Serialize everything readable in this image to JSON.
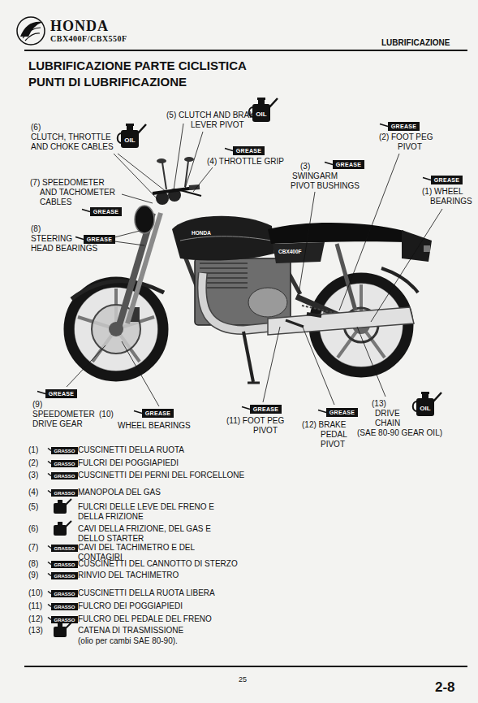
{
  "diagram": {
    "title": "LUBRIFICAZIONE PARTE CICLISTICA PUNTI DI LUBRIFICAZIONE",
    "nodes": [
      {
        "text": [
          "OIL"
        ]
      },
      {
        "text": [
          "OIL"
        ]
      },
      {
        "text": [
          "GREASE"
        ]
      },
      {
        "text": [
          "GREASE"
        ]
      },
      {
        "text": [
          "GREASE"
        ]
      },
      {
        "text": [
          "GREASE"
        ]
      },
      {
        "text": [
          "GREASE"
        ]
      },
      {
        "text": [
          "GREASE"
        ]
      },
      {
        "text": [
          "GREASE"
        ]
      },
      {
        "text": [
          "GREASE"
        ]
      },
      {
        "text": [
          "GREASE"
        ]
      },
      {
        "text": [
          "GREASE"
        ]
      },
      {
        "text": [
          "OIL"
        ]
      },
      {
        "text": [
          "GRASSO"
        ]
      },
      {
        "text": [
          "GRASSO"
        ]
      },
      {
        "text": [
          "GRASSO"
        ]
      },
      {
        "text": [
          "GRASSO"
        ]
      },
      {
        "text": [
          "GRASSO"
        ]
      },
      {
        "text": [
          "GRASSO"
        ]
      },
      {
        "text": [
          "GRASSO"
        ]
      },
      {
        "text": [
          "GRASSO"
        ]
      },
      {
        "text": [
          "GRASSO"
        ]
      },
      {
        "text": [
          "GRASSO"
        ]
      }
    ],
    "labels": [
      "HONDA",
      "CBX400F/CBX550F",
      "LUBRIFICAZIONE",
      "(5) CLUTCH AND BRAKE",
      "LEVER PIVOT",
      "(6)",
      "CLUTCH, THROTTLE",
      "AND CHOKE CABLES",
      "(4) THROTTLE GRIP",
      "(2) FOOT PEG",
      "PIVOT",
      "(3)",
      "SWINGARM",
      "PIVOT BUSHINGS",
      "(1) WHEEL",
      "BEARINGS",
      "(7) SPEEDOMETER",
      "AND TACHOMETER",
      "CABLES",
      "(8)",
      "STEERING",
      "HEAD BEARINGS",
      "HONDA",
      "CBX400F",
      "(9)",
      "SPEEDOMETER",
      "DRIVE GEAR",
      "(10)",
      "WHEEL BEARINGS",
      "(11) FOOT PEG",
      "PIVOT",
      "(12) BRAKE",
      "PEDAL",
      "PIVOT",
      "(13)",
      "DRIVE",
      "CHAIN",
      "(SAE 80-90 GEAR OIL)",
      "(1)",
      "CUSCINETTI DELLA RUOTA",
      "(2)",
      "FULCRI DEI POGGIAPIEDI",
      "(3)",
      "CUSCINETTI DEI PERNI DEL FORCELLONE",
      "(4)",
      "MANOPOLA DEL GAS",
      "(5)",
      "FULCRI DELLE LEVE DEL FRENO E",
      "DELLA FRIZIONE",
      "(6)",
      "CAVI DELLA FRIZIONE, DEL GAS E",
      "DELLO STARTER",
      "(7)",
      "CAVI DEL TACHIMETRO E DEL",
      "CONTAGIRI",
      "(8)",
      "CUSCINETTI DEL CANNOTTO DI STERZO",
      "(9)",
      "RINVIO DEL TACHIMETRO",
      "(10)",
      "CUSCINETTI DELLA RUOTA LIBERA",
      "(11)",
      "FULCRO DEI POGGIAPIEDI",
      "(12)",
      "FULCRO DEL PEDALE DEL FRENO",
      "(13)",
      "CATENA DI TRASMISSIONE",
      "(olio per cambi SAE 80-90).",
      "25",
      "2-8"
    ]
  }
}
